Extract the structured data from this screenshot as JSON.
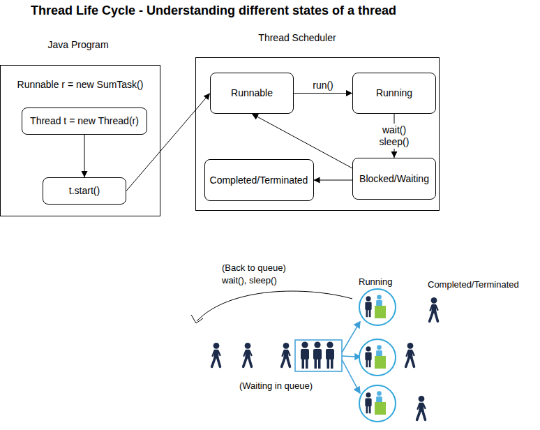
{
  "diagram": {
    "title": "Thread Life Cycle - Understanding different states of a thread",
    "nodes": [
      {
        "text": [
          "Java Program",
          "Runnable r = new SumTask()"
        ]
      },
      {
        "text": [
          "Thread t = new Thread(r)"
        ],
        "in": 0
      },
      {
        "text": [
          "t.start()"
        ],
        "in": 0
      },
      {
        "text": [
          "Thread Scheduler"
        ]
      },
      {
        "text": [
          "Runnable"
        ],
        "in": 3
      },
      {
        "text": [
          "Running"
        ],
        "in": 3
      },
      {
        "text": [
          "Completed/Terminated"
        ],
        "in": 3
      },
      {
        "text": [
          "Blocked/Waiting"
        ],
        "in": 3
      }
    ],
    "edges": [
      {
        "from": 1,
        "to": 2,
        "arrow": "to"
      },
      {
        "from": 2,
        "to": 4,
        "arrow": "to"
      },
      {
        "from": 4,
        "to": 5,
        "label": "run()",
        "arrow": "to"
      },
      {
        "from": 5,
        "to": 7,
        "label": "wait() sleep()",
        "arrow": "to"
      },
      {
        "from": 7,
        "to": 4,
        "arrow": "to"
      },
      {
        "from": 7,
        "to": 6,
        "arrow": "to"
      }
    ],
    "labels": [
      "(Back to queue)",
      "wait(), sleep()",
      "Running",
      "Completed/Terminated",
      "(Waiting in queue)"
    ]
  }
}
